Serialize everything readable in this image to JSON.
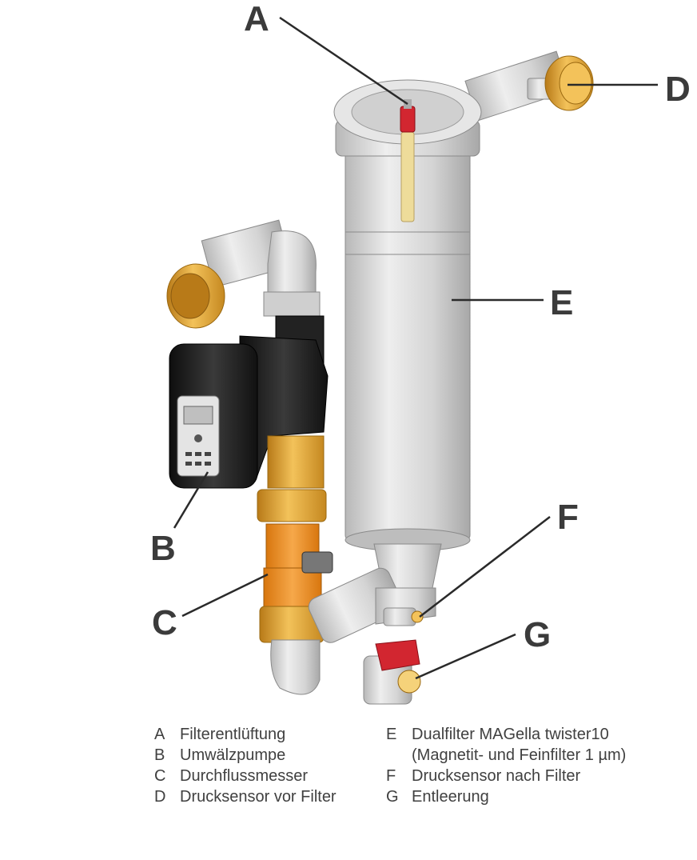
{
  "callouts": {
    "A": "A",
    "B": "B",
    "C": "C",
    "D": "D",
    "E": "E",
    "F": "F",
    "G": "G"
  },
  "legend": {
    "left": [
      {
        "key": "A",
        "text": "Filterentlüftung"
      },
      {
        "key": "B",
        "text": "Umwälzpumpe"
      },
      {
        "key": "C",
        "text": "Durchflussmesser"
      },
      {
        "key": "D",
        "text": "Drucksensor vor Filter"
      }
    ],
    "right": [
      {
        "key": "E",
        "text": "Dualfilter MAGella twister10"
      },
      {
        "key": "",
        "text": "(Magnetit- und Feinfilter 1 µm)"
      },
      {
        "key": "F",
        "text": "Drucksensor nach Filter"
      },
      {
        "key": "G",
        "text": "Entleerung"
      }
    ]
  },
  "colors": {
    "steel": "#d6d6d6",
    "steel_dark": "#9a9a9a",
    "brass": "#e0a030",
    "orange": "#f0901e",
    "pump_black": "#1c1c1c",
    "red_valve": "#d22630",
    "leader": "#2a2a2a"
  }
}
